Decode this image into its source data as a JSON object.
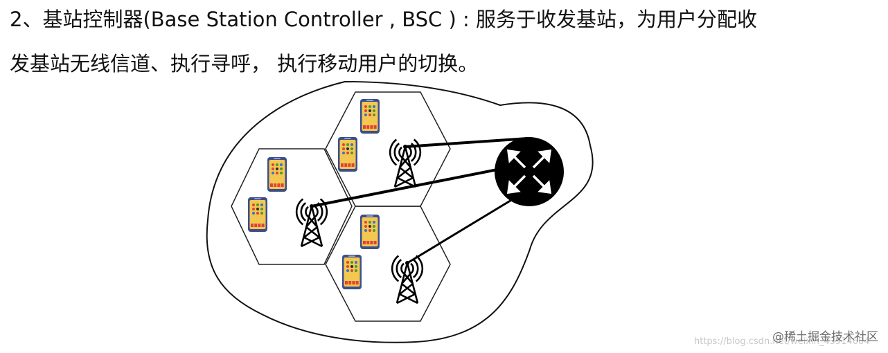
{
  "text": {
    "line1": "2、基站控制器(Base Station Controller , BSC ) : 服务于收发基站，为用户分配收",
    "line2": "发基站无线信道、执行寻呼， 执行移动用户的切换。"
  },
  "diagram": {
    "cells": [
      {
        "id": "left"
      },
      {
        "id": "top"
      },
      {
        "id": "bottom"
      }
    ],
    "towers": [
      {
        "cell": "left"
      },
      {
        "cell": "top"
      },
      {
        "cell": "bottom"
      }
    ],
    "phones": [
      {
        "cell": "left",
        "index": 1
      },
      {
        "cell": "left",
        "index": 2
      },
      {
        "cell": "top",
        "index": 1
      },
      {
        "cell": "top",
        "index": 2
      },
      {
        "cell": "bottom",
        "index": 1
      },
      {
        "cell": "bottom",
        "index": 2
      }
    ],
    "controller": {
      "icon": "bsc-router-icon"
    },
    "colors": {
      "line": "#000000",
      "phone_body": "#f2c850",
      "phone_outline": "#3c4f8a"
    }
  },
  "watermark": {
    "text": "@稀土掘金技术社区",
    "url": "https://blog.csdn.net/weixin_43914604"
  }
}
